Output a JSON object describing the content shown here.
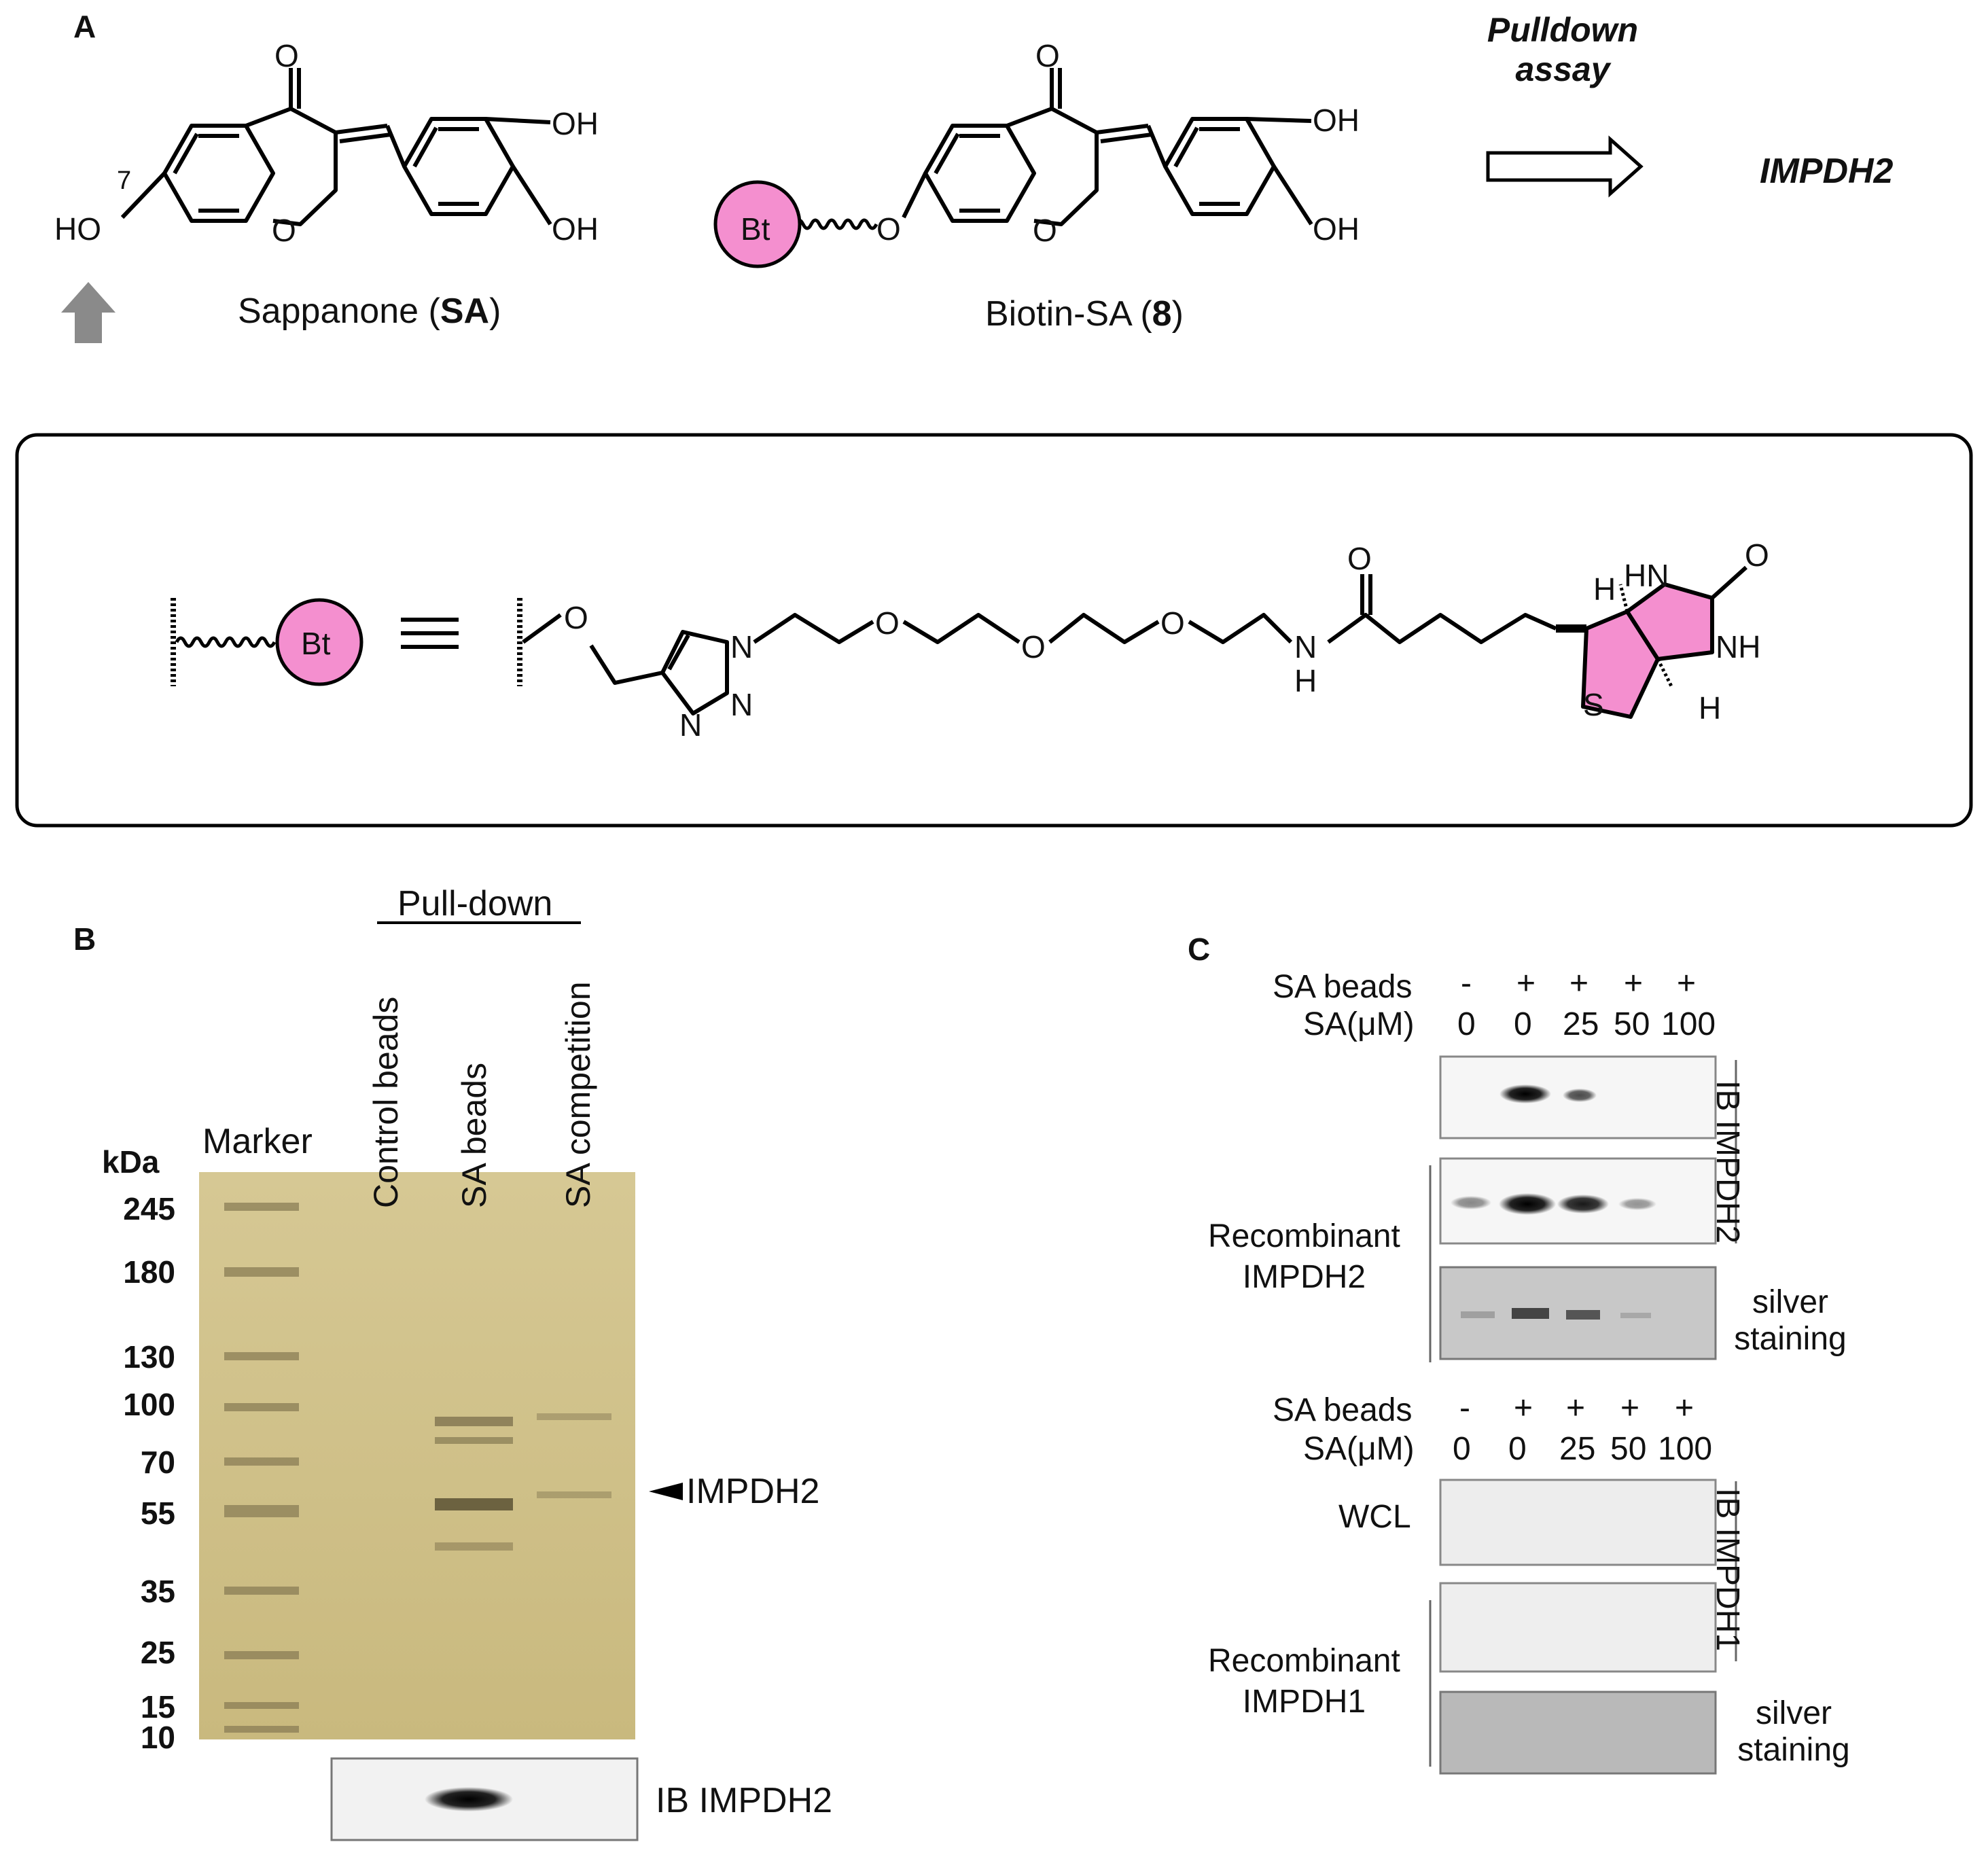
{
  "panel_a": {
    "letter": "A",
    "sa": {
      "oxygen_ketone": "O",
      "oh_top": "OH",
      "oh_bottom": "OH",
      "ring_o": "O",
      "position_7": "7",
      "ho": "HO",
      "caption_pre": "Sappanone (",
      "caption_bold": "SA",
      "caption_post": ")"
    },
    "biotin_sa": {
      "oxygen_ketone": "O",
      "oh_top": "OH",
      "oh_bottom": "OH",
      "ring_o": "O",
      "ether_o": "O",
      "bt": "Bt",
      "caption_pre": "Biotin-SA (",
      "caption_bold": "8",
      "caption_post": ")"
    },
    "assay_line1": "Pulldown",
    "assay_line2": "assay",
    "target": "IMPDH2",
    "linker": {
      "bt": "Bt",
      "o1": "O",
      "n1": "N",
      "n2": "N",
      "n3": "N",
      "o2": "O",
      "o3": "O",
      "o4": "O",
      "amide_o": "O",
      "amide_n": "N",
      "amide_h": "H",
      "h1": "H",
      "hn": "HN",
      "carbonyl_o": "O",
      "nh": "NH",
      "s": "S",
      "h2": "H"
    }
  },
  "panel_b": {
    "letter": "B",
    "header": "Pull-down",
    "lanes": [
      "Marker",
      "Control beads",
      "SA beads",
      "SA competition"
    ],
    "kda_label": "kDa",
    "kda": [
      "245",
      "180",
      "130",
      "100",
      "70",
      "55",
      "35",
      "25",
      "15",
      "10"
    ],
    "arrow_label": "IMPDH2",
    "ib_label": "IB IMPDH2"
  },
  "panel_c": {
    "letter": "C",
    "top": {
      "row1_label": "SA beads",
      "row1_values": [
        "-",
        "+",
        "+",
        "+",
        "+"
      ],
      "row2_label": "SA(μM)",
      "row2_values": [
        "0",
        "0",
        "25",
        "50",
        "100"
      ],
      "ib_label": "IB IMPDH2",
      "recombinant_line1": "Recombinant",
      "recombinant_line2": "IMPDH2",
      "silver_line1": "silver",
      "silver_line2": "staining"
    },
    "bottom": {
      "row1_label": "SA beads",
      "row1_values": [
        "-",
        "+",
        "+",
        "+",
        "+"
      ],
      "row2_label": "SA(μM)",
      "row2_values": [
        "0",
        "0",
        "25",
        "50",
        "100"
      ],
      "wcl": "WCL",
      "ib_label": "IB IMPDH1",
      "recombinant_line1": "Recombinant",
      "recombinant_line2": "IMPDH1",
      "silver_line1": "silver",
      "silver_line2": "staining"
    }
  },
  "colors": {
    "biotin_pink": "#f48fcf",
    "gel_bg": "#cfc08a",
    "arrow_gray": "#8a8a8a"
  }
}
